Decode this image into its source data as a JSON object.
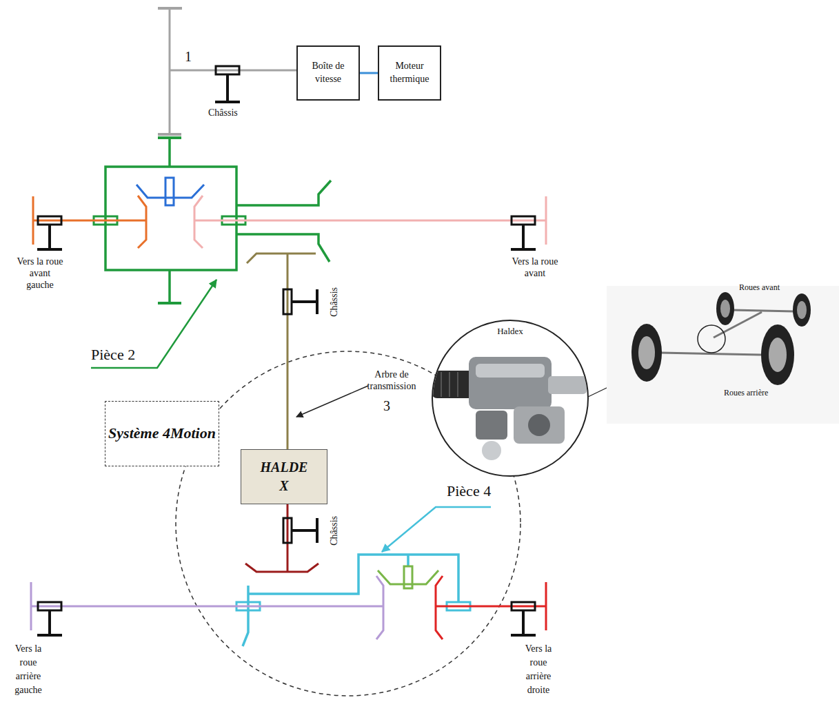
{
  "diagram": {
    "nodes": [
      {
        "text": [
          "Boîte de vitesse"
        ]
      },
      {
        "text": [
          "Moteur thermique"
        ]
      },
      {
        "text": [
          "Haldex"
        ]
      },
      {
        "text": [
          "Système 4Motion"
        ]
      },
      {
        "text": [
          "HALDE X"
        ]
      }
    ],
    "edges": [
      {
        "from": 0,
        "to": 1,
        "arrow": "none"
      }
    ],
    "labels": [
      "1",
      "Châssis",
      "Vers la roue avant gauche",
      "Vers la roue avant",
      "Roues avant",
      "Châssis",
      "Pièce 2",
      "Arbre de transmission",
      "Roues arrière",
      "3",
      "Pièce 4",
      "Châssis",
      "Vers la roue arrière gauche",
      "Vers la roue arrière droite"
    ]
  }
}
